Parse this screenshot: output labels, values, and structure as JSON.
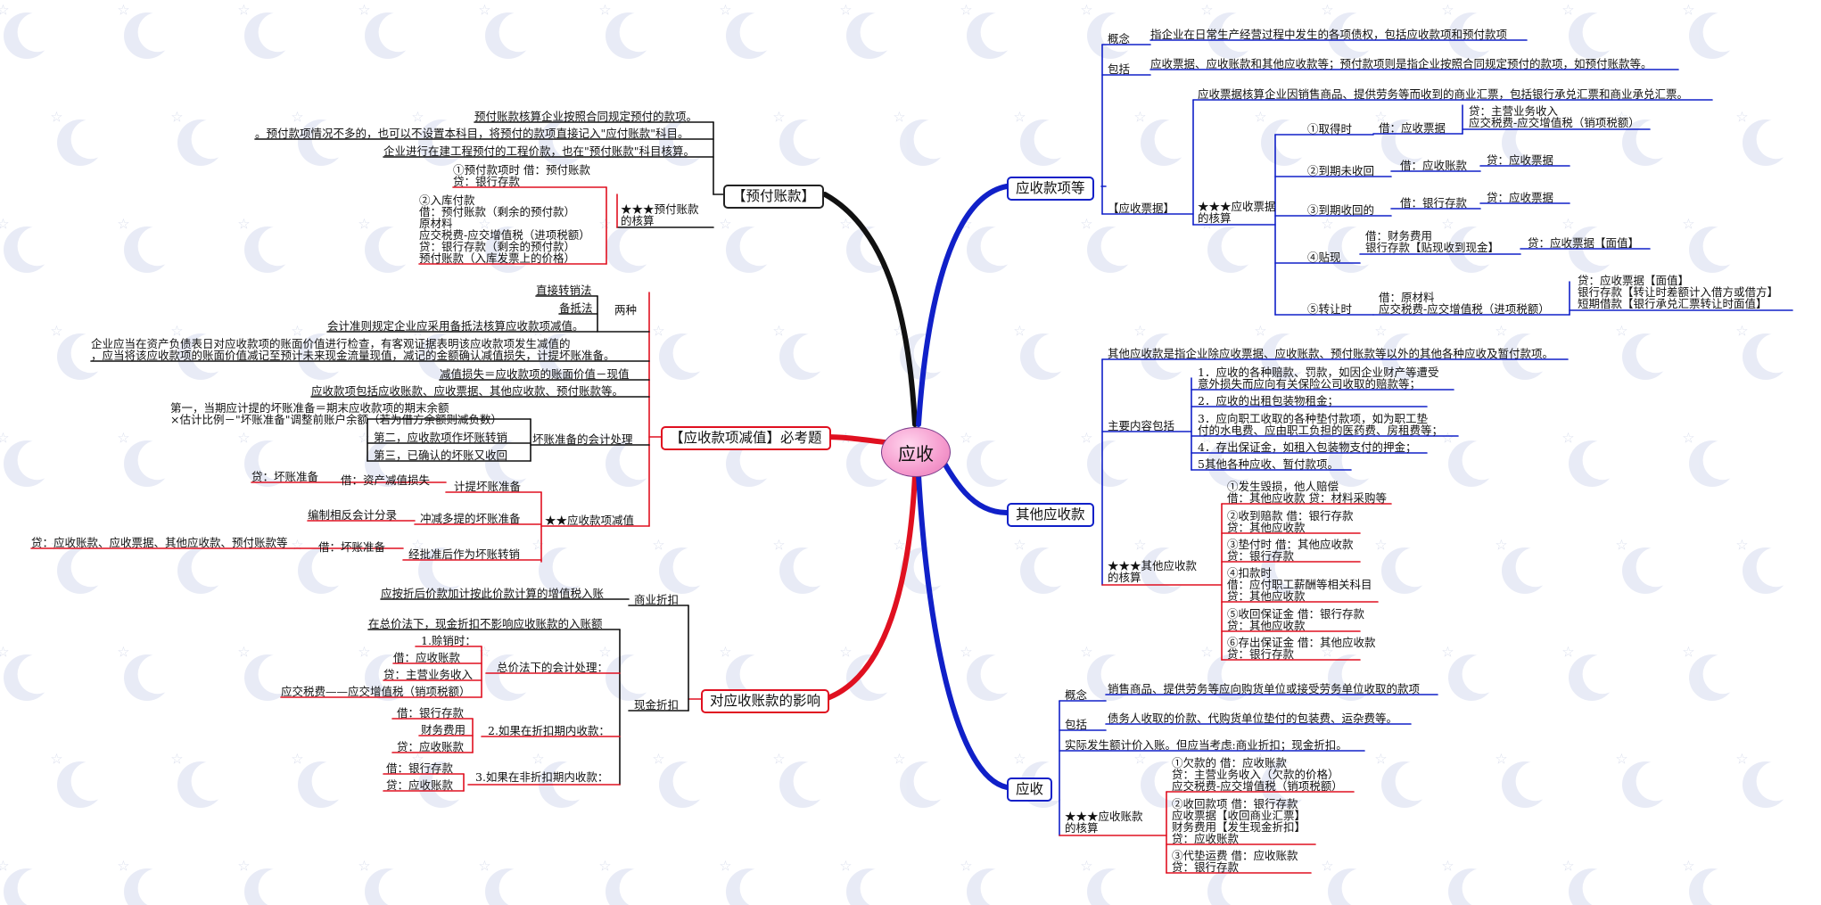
{
  "center": "应收",
  "branches": {
    "prepaid": "【预付账款】",
    "impair": "【应收款项减值】必考题",
    "effect": "对应收账款的影响",
    "receivables": "应收款项等",
    "other": "其他应收款",
    "receivable": "应收"
  },
  "prepaid": {
    "l1": "预付账款核算企业按照合同规定预付的款项。",
    "l2": "。预付款项情况不多的，也可以不设置本科目，将预付的款项直接记入\"应付账款\"科目。",
    "l3": "企业进行在建工程预付的工程价款，也在\"预付账款\"科目核算。",
    "calc_title": "★★★预付账款\n的核算",
    "calc1": "①预付款项时 借：预付账款\n贷：银行存款",
    "calc2": "②入库付款\n借：预付账款（剩余的预付款）\n原材料\n应交税费-应交增值税（进项税额）\n贷：银行存款（剩余的预付款）\n预付账款（入库发票上的价格）"
  },
  "impair": {
    "direct": "直接转销法",
    "allowance": "备抵法",
    "two": "两种",
    "standard": "会计准则规定企业应采用备抵法核算应收款项减值。",
    "check": "企业应当在资产负债表日对应收款项的账面价值进行检查，有客观证据表明该应收款项发生减值的\n，应当将该应收款项的账面价值减记至预计未来现金流量现值，减记的金额确认减值损失，计提坏账准备。",
    "loss": "减值损失＝应收款项的账面价值－现值",
    "include": "应收款项包括应收账款、应收票据、其他应收款、预付账款等。",
    "step1": "第一，当期应计提的坏账准备＝期末应收款项的期末余额\n×估计比例－\"坏账准备\"调整前账户余额（若为借方余额则减负数）",
    "step2": "第二，应收款项作坏账转销",
    "step3": "第三，已确认的坏账又收回",
    "allow_proc": "坏账准备的会计处理",
    "provision": "计提坏账准备",
    "prov_dr": "借：资产减值损失",
    "prov_cr": "贷：坏账准备",
    "reverse": "冲减多提的坏账准备",
    "reverse_note": "编制相反会计分录",
    "writeoff": "经批准后作为坏账转销",
    "wo_dr": "借：坏账准备",
    "wo_cr": "贷：应收账款、应收票据、其他应收款、预付账款等",
    "accounting": "★★应收款项减值"
  },
  "effect": {
    "commercial": "商业折扣",
    "com_note": "应按折后价款加计按此价款计算的增值税入账",
    "cash": "现金折扣",
    "cash_note": "在总价法下，现金折扣不影响应收账款的入账额",
    "gross": "总价法下的会计处理：",
    "sale": "1.赊销时：",
    "sale_dr": "借：应收账款",
    "sale_cr1": "贷：主营业务收入",
    "sale_cr2": "应交税费——应交增值税（销项税额）",
    "within": "2.如果在折扣期内收款：",
    "in_dr1": "借：银行存款",
    "in_dr2": "财务费用",
    "in_cr": "贷：应收账款",
    "beyond": "3.如果在非折扣期内收款：",
    "out_dr": "借：银行存款",
    "out_cr": "贷：应收账款"
  },
  "receivables": {
    "concept": "概念",
    "concept_text": "指企业在日常生产经营过程中发生的各项债权，包括应收款项和预付款项",
    "include": "包括",
    "include_text": "应收票据、应收账款和其他应收款等；预付款项则是指企业按照合同规定预付的款项，如预付账款等。",
    "notes": "【应收票据】",
    "notes_def": "应收票据核算企业因销售商品、提供劳务等而收到的商业汇票，包括银行承兑汇票和商业承兑汇票。",
    "notes_calc": "★★★应收票据\n的核算",
    "get": "①取得时",
    "get_dr": "借：应收票据",
    "get_cr": "贷：主营业务收入\n应交税费-应交增值税（销项税额）",
    "due_unpaid": "②到期未收回",
    "due_unpaid_dr": "借：应收账款",
    "due_unpaid_cr": "贷：应收票据",
    "due_paid": "③到期收回的",
    "due_paid_dr": "借：银行存款",
    "due_paid_cr": "贷：应收票据",
    "discount": "④贴现",
    "discount_dr": "借：财务费用\n银行存款【贴现收到现金】",
    "discount_cr": "贷：应收票据【面值】",
    "endorse": "⑤转让时",
    "endorse_dr": "借：原材料\n应交税费-应交增值税（进项税额）",
    "endorse_cr": "贷：应收票据【面值】\n银行存款【转让时差额计入借方或借方】\n短期借款【银行承兑汇票转让时面值】"
  },
  "other": {
    "def": "其他应收款是指企业除应收票据、应收账款、预付账款等以外的其他各种应收及暂付款项。",
    "main": "主要内容包括",
    "i1": "1．应收的各种赔款、罚款，如因企业财产等遭受\n意外损失而应向有关保险公司收取的赔款等；",
    "i2": "2．应收的出租包装物租金；",
    "i3": "3．应向职工收取的各种垫付款项，如为职工垫\n付的水电费、应由职工负担的医药费、房租费等；",
    "i4": "4．存出保证金，如租入包装物支付的押金；",
    "i5": "5其他各种应收、暂付款项。",
    "calc": "★★★其他应收款\n的核算",
    "e1": "①发生毁损，他人赔偿\n借：其他应收款 贷：材料采购等",
    "e2": "②收到赔款 借：银行存款\n贷：其他应收款",
    "e3": "③垫付时 借：其他应收款\n贷：银行存款",
    "e4": "④扣款时\n借：应付职工薪酬等相关科目\n贷：其他应收款",
    "e5": "⑤收回保证金 借：银行存款\n贷：其他应收款",
    "e6": "⑥存出保证金 借：其他应收款\n贷：银行存款"
  },
  "receivable": {
    "concept": "概念",
    "concept_text": "销售商品、提供劳务等应向购货单位或接受劳务单位收取的款项",
    "include": "包括",
    "include_text": "债务人收取的价款、代购货单位垫付的包装费、运杂费等。",
    "actual": "实际发生额计价入账。但应当考虑:商业折扣；现金折扣。",
    "calc": "★★★应收账款\n的核算",
    "a1": "①欠款的 借：应收账款\n贷：主营业务收入（欠款的价格）\n应交税费-应交增值税（销项税额）",
    "a2": "②收回款项 借：银行存款\n应收票据【收回商业汇票】\n财务费用【发生现金折扣】\n贷：应收账款",
    "a3": "③代垫运费 借：应收账款\n贷：银行存款"
  },
  "colors": {
    "blue": "#1020c8",
    "red": "#e01020",
    "black": "#111111",
    "center": "#f59acd"
  }
}
